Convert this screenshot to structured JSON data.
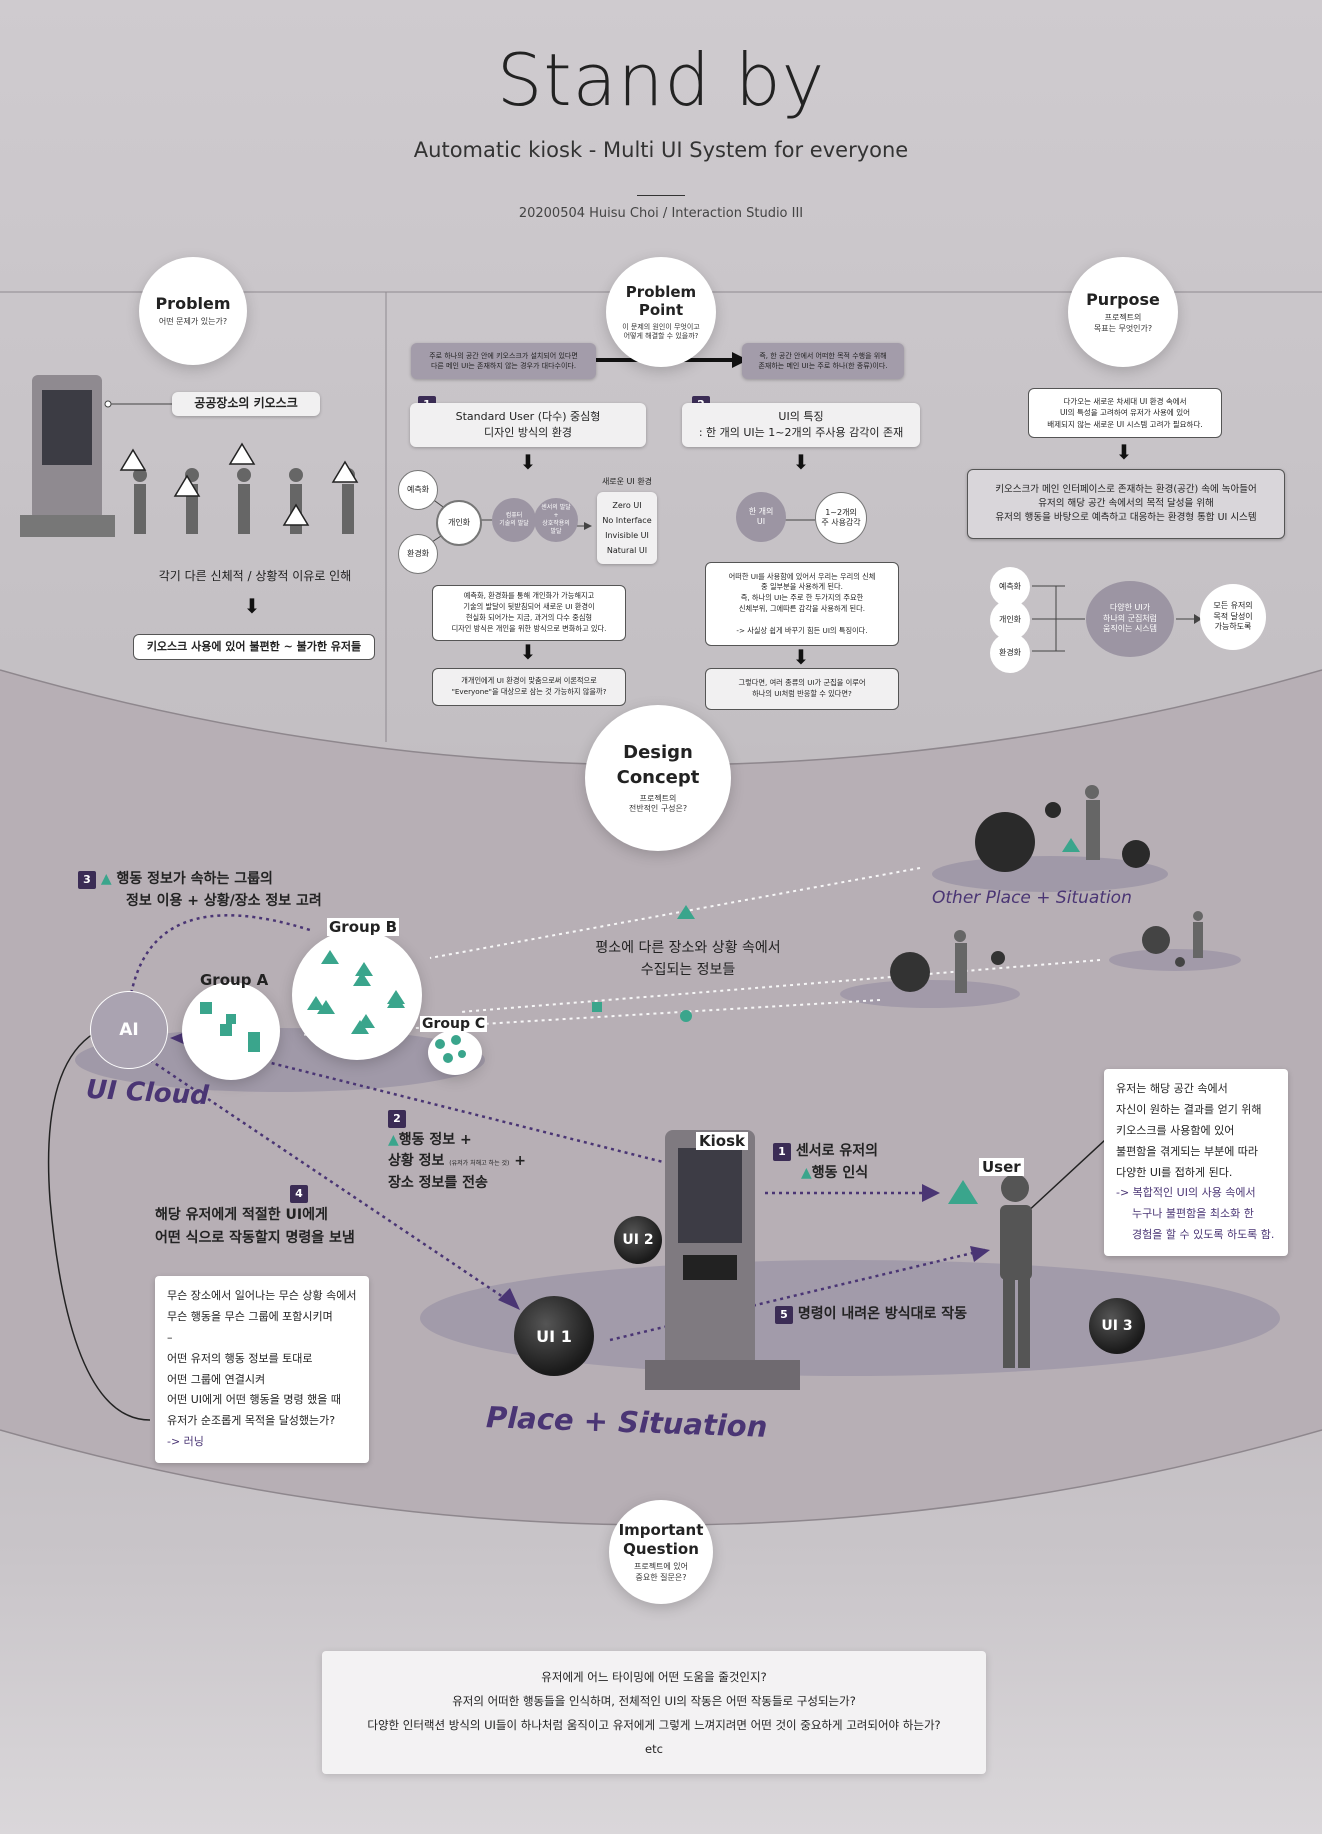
{
  "header": {
    "title": "Stand by",
    "subtitle": "Automatic kiosk - Multi UI System for everyone",
    "byline": "20200504 Huisu Choi / Interaction Studio III"
  },
  "problem": {
    "title": "Problem",
    "question": "어떤 문제가 있는가?",
    "kiosk_label": "공공장소의 키오스크",
    "reason": "각기 다른 신체적 / 상황적 이유로 인해",
    "result": "키오스크 사용에 있어 불편한 ~ 불가한 유저들"
  },
  "problem_point": {
    "title": "Problem\nPoint",
    "question": "이 문제의 원인이 무엇이고\n어떻게 해결할 수 있을까?",
    "left_note": "주로 하나의 공간 안에 키오스크가 설치되어 있다면\n다른 메인 UI는 존재하지 않는 경우가 대다수이다.",
    "right_note": "즉, 한 공간 안에서 어떠한 목적 수행을 위해\n존재하는 메인 UI는 주로 하나(한 종류)이다.",
    "p1": {
      "num": "1",
      "head": "Standard User (다수) 중심형\n디자인 방식의 환경",
      "c_predict": "예측화",
      "c_personal": "개인화",
      "c_env": "환경화",
      "c_computer": "컴퓨터\n기술의 발달",
      "c_sensor": "센서의 발달\n+\n상호작용의\n발달",
      "new_ui_title": "새로운 UI 환경",
      "new_ui_list": "Zero UI\nNo Interface\nInvisible UI\nNatural UI",
      "desc": "예측화, 환경화를 통해 개인화가 가능해지고\n기술의 발달이 뒷받침되어 새로운 UI 환경이\n현실화 되어가는 지금, 과거의 다수 중심형\n디자인 방식은 개인을 위한 방식으로 변화하고 있다.",
      "q": "개개인에게 UI 환경이 맞춤으로써 이론적으로\n\"Everyone\"을 대상으로 삼는 것 가능하지 않을까?"
    },
    "p2": {
      "num": "2",
      "head": "UI의 특징\n: 한 개의 UI는 1~2개의 주사용 감각이 존재",
      "c_one": "한 개의\nUI",
      "c_sense": "1~2개의\n주 사용감각",
      "desc": "어떠한 UI를 사용함에 있어서 우리는 우리의 신체\n중 일부분을 사용하게 된다.\n즉, 하나의 UI는 주로 한 두가지의 주요한\n신체부위, 그에따른 감각을 사용하게 된다.\n\n-> 사실상 쉽게 바꾸기 힘든 UI의 특징이다.",
      "q": "그렇다면, 여러 종류의 UI가 군집을 이루어\n하나의 UI처럼 반응할 수 있다면?"
    }
  },
  "purpose": {
    "title": "Purpose",
    "question": "프로젝트의\n목표는 무엇인가?",
    "note": "다가오는 새로운 차세대 UI 환경 속에서\nUI의 특성을 고려하여 유저가 사용에 있어\n배제되지 않는 새로운 UI 시스템 고려가 필요하다.",
    "main": "키오스크가 메인 인터페이스로 존재하는 환경(공간) 속에 녹아들어\n유저의 해당 공간 속에서의 목적 달성을 위해\n유저의 행동을 바탕으로 예측하고 대응하는 환경형 통합 UI 시스템",
    "c_predict": "예측화",
    "c_personal": "개인화",
    "c_env": "환경화",
    "c_center": "다양한 UI가\n하나의 군집처럼\n움직이는 시스템",
    "c_goal": "모든 유저의\n목적 달성이\n가능하도록"
  },
  "design_concept": {
    "title": "Design\nConcept",
    "question": "프로젝트의\n전반적인 구성은?",
    "step3_num": "3",
    "step3_text1": "행동 정보가 속하는 그룹의",
    "step3_text2": "정보 이용 + 상황/장소 정보 고려",
    "group_a": "Group A",
    "group_b": "Group B",
    "group_c": "Group C",
    "ai": "AI",
    "ui_cloud": "UI Cloud",
    "collected": "평소에 다른 장소와 상황 속에서\n수집되는 정보들",
    "other_place": "Other Place + Situation",
    "step2_num": "2",
    "step2_l1": "행동 정보 +",
    "step2_l2": "상황 정보",
    "step2_small": "(유저가 처해고 하는 것)",
    "step2_plus": "+",
    "step2_l3": "장소 정보를 전송",
    "step4_num": "4",
    "step4_text": "해당 유저에게 적절한 UI에게\n어떤 식으로 작동할지 명령을 보냄",
    "step1_num": "1",
    "step1_l1": "센서로 유저의",
    "step1_l2": "행동 인식",
    "step5_num": "5",
    "step5_text": "명령이 내려온 방식대로 작동",
    "kiosk": "Kiosk",
    "user": "User",
    "ui1": "UI 1",
    "ui2": "UI 2",
    "ui3": "UI 3",
    "place": "Place + Situation",
    "learning_lines": [
      "무슨 장소에서 일어나는 무슨 상황 속에서",
      "무슨 행동을 무슨 그룹에 포함시키며",
      "–",
      "어떤 유저의 행동 정보를 토대로",
      "어떤 그룹에 연결시켜",
      "어떤 UI에게 어떤 행동을 명령 했을 때",
      "유저가 순조롭게 목적을 달성했는가?"
    ],
    "learning_tag": "-> 러닝",
    "user_lines": [
      "유저는 해당 공간 속에서",
      "자신이 원하는 결과를 얻기 위해",
      "키오스크를 사용함에 있어",
      "불편함을 겪게되는 부분에 따라",
      "다양한 UI를 접하게 된다."
    ],
    "user_highlight": [
      "-> 복합적인 UI의 사용 속에서",
      "누구나 불편함을 최소화 한",
      "경험을 할 수 있도록 하도록 함."
    ]
  },
  "important_question": {
    "title": "Important\nQuestion",
    "question": "프로젝트에 있어\n중요한 질문은?",
    "lines": [
      "유저에게 어느 타이밍에 어떤 도움을 줄것인지?",
      "유저의 어떠한 행동들을 인식하며, 전체적인 UI의 작동은 어떤 작동들로 구성되는가?",
      "다양한 인터랙션 방식의 UI들이 하나처럼 움직이고 유저에게 그렇게 느껴지려면 어떤 것이 중요하게 고려되어야 하는가?",
      "etc"
    ]
  },
  "colors": {
    "accent": "#4a3574",
    "teal": "#3aa58c",
    "panel": "#f1f0f1"
  }
}
